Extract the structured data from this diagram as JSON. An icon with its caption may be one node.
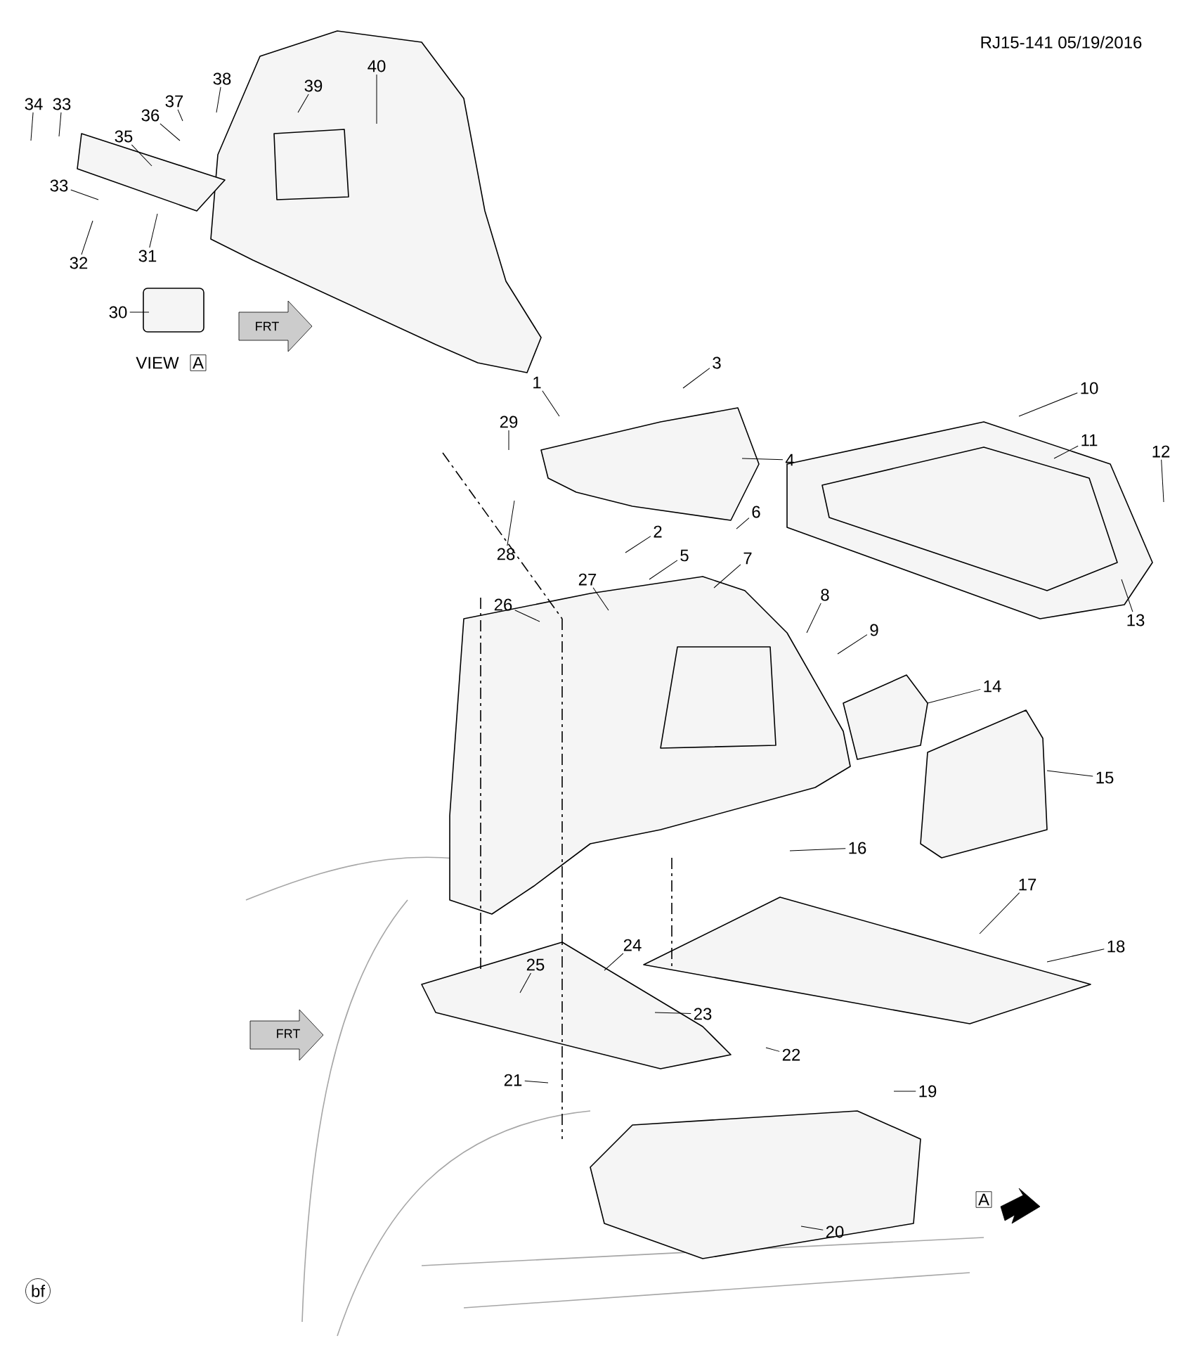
{
  "diagram": {
    "nodes": [
      {
        "text": [
          "38"
        ]
      },
      {
        "text": [
          "39"
        ]
      },
      {
        "text": [
          "40"
        ]
      },
      {
        "text": [
          "34"
        ]
      },
      {
        "text": [
          "33"
        ]
      },
      {
        "text": [
          "37"
        ]
      },
      {
        "text": [
          "36"
        ]
      },
      {
        "text": [
          "35"
        ]
      },
      {
        "text": [
          "33"
        ]
      },
      {
        "text": [
          "32"
        ]
      },
      {
        "text": [
          "31"
        ]
      },
      {
        "text": [
          "30"
        ]
      },
      {
        "text": [
          "1"
        ]
      },
      {
        "text": [
          "3"
        ]
      },
      {
        "text": [
          "10"
        ]
      },
      {
        "text": [
          "29"
        ]
      },
      {
        "text": [
          "4"
        ]
      },
      {
        "text": [
          "11"
        ]
      },
      {
        "text": [
          "12"
        ]
      },
      {
        "text": [
          "6"
        ]
      },
      {
        "text": [
          "28"
        ]
      },
      {
        "text": [
          "2"
        ]
      },
      {
        "text": [
          "5"
        ]
      },
      {
        "text": [
          "7"
        ]
      },
      {
        "text": [
          "27"
        ]
      },
      {
        "text": [
          "13"
        ]
      },
      {
        "text": [
          "26"
        ]
      },
      {
        "text": [
          "8"
        ]
      },
      {
        "text": [
          "9"
        ]
      },
      {
        "text": [
          "14"
        ]
      },
      {
        "text": [
          "15"
        ]
      },
      {
        "text": [
          "16"
        ]
      },
      {
        "text": [
          "17"
        ]
      },
      {
        "text": [
          "18"
        ]
      },
      {
        "text": [
          "24"
        ]
      },
      {
        "text": [
          "25"
        ]
      },
      {
        "text": [
          "23"
        ]
      },
      {
        "text": [
          "22"
        ]
      },
      {
        "text": [
          "21"
        ]
      },
      {
        "text": [
          "19"
        ]
      },
      {
        "text": [
          "20"
        ]
      }
    ],
    "edges": [
      {
        "from": 0,
        "to": null,
        "arrow": "none"
      },
      {
        "from": 1,
        "to": null,
        "arrow": "none"
      },
      {
        "from": 2,
        "to": null,
        "arrow": "none"
      },
      {
        "from": 3,
        "to": null,
        "arrow": "none"
      },
      {
        "from": 4,
        "to": null,
        "arrow": "none"
      },
      {
        "from": 5,
        "to": null,
        "arrow": "none"
      },
      {
        "from": 6,
        "to": null,
        "arrow": "none"
      },
      {
        "from": 7,
        "to": null,
        "arrow": "none"
      },
      {
        "from": 8,
        "to": null,
        "arrow": "none"
      },
      {
        "from": 9,
        "to": null,
        "arrow": "none"
      },
      {
        "from": 10,
        "to": null,
        "arrow": "none"
      },
      {
        "from": 11,
        "to": null,
        "arrow": "none"
      },
      {
        "from": 12,
        "to": null,
        "arrow": "none"
      },
      {
        "from": 13,
        "to": null,
        "arrow": "none"
      },
      {
        "from": 14,
        "to": null,
        "arrow": "none"
      },
      {
        "from": 15,
        "to": null,
        "arrow": "none"
      },
      {
        "from": 16,
        "to": null,
        "arrow": "none"
      },
      {
        "from": 17,
        "to": null,
        "arrow": "none"
      },
      {
        "from": 18,
        "to": null,
        "arrow": "none"
      },
      {
        "from": 19,
        "to": null,
        "arrow": "none"
      },
      {
        "from": 20,
        "to": null,
        "arrow": "none"
      },
      {
        "from": 21,
        "to": null,
        "arrow": "none"
      },
      {
        "from": 22,
        "to": null,
        "arrow": "none"
      },
      {
        "from": 23,
        "to": null,
        "arrow": "none"
      },
      {
        "from": 24,
        "to": null,
        "arrow": "none"
      },
      {
        "from": 25,
        "to": null,
        "arrow": "none"
      },
      {
        "from": 26,
        "to": null,
        "arrow": "none"
      },
      {
        "from": 27,
        "to": null,
        "arrow": "none"
      },
      {
        "from": 28,
        "to": null,
        "arrow": "none"
      },
      {
        "from": 29,
        "to": null,
        "arrow": "none"
      },
      {
        "from": 30,
        "to": null,
        "arrow": "none"
      },
      {
        "from": 31,
        "to": null,
        "arrow": "none"
      },
      {
        "from": 32,
        "to": null,
        "arrow": "none"
      },
      {
        "from": 33,
        "to": null,
        "arrow": "none"
      },
      {
        "from": 34,
        "to": null,
        "arrow": "none"
      },
      {
        "from": 35,
        "to": null,
        "arrow": "none"
      },
      {
        "from": 36,
        "to": null,
        "arrow": "none"
      },
      {
        "from": 37,
        "to": null,
        "arrow": "none"
      },
      {
        "from": 38,
        "to": null,
        "arrow": "none"
      },
      {
        "from": 39,
        "to": null,
        "arrow": "none"
      },
      {
        "from": 40,
        "to": null,
        "arrow": "none"
      }
    ],
    "labels": [
      "RJ15-141 05/19/2016",
      "VIEW",
      "A",
      "FRT",
      "FRT",
      "A",
      "bf"
    ]
  }
}
